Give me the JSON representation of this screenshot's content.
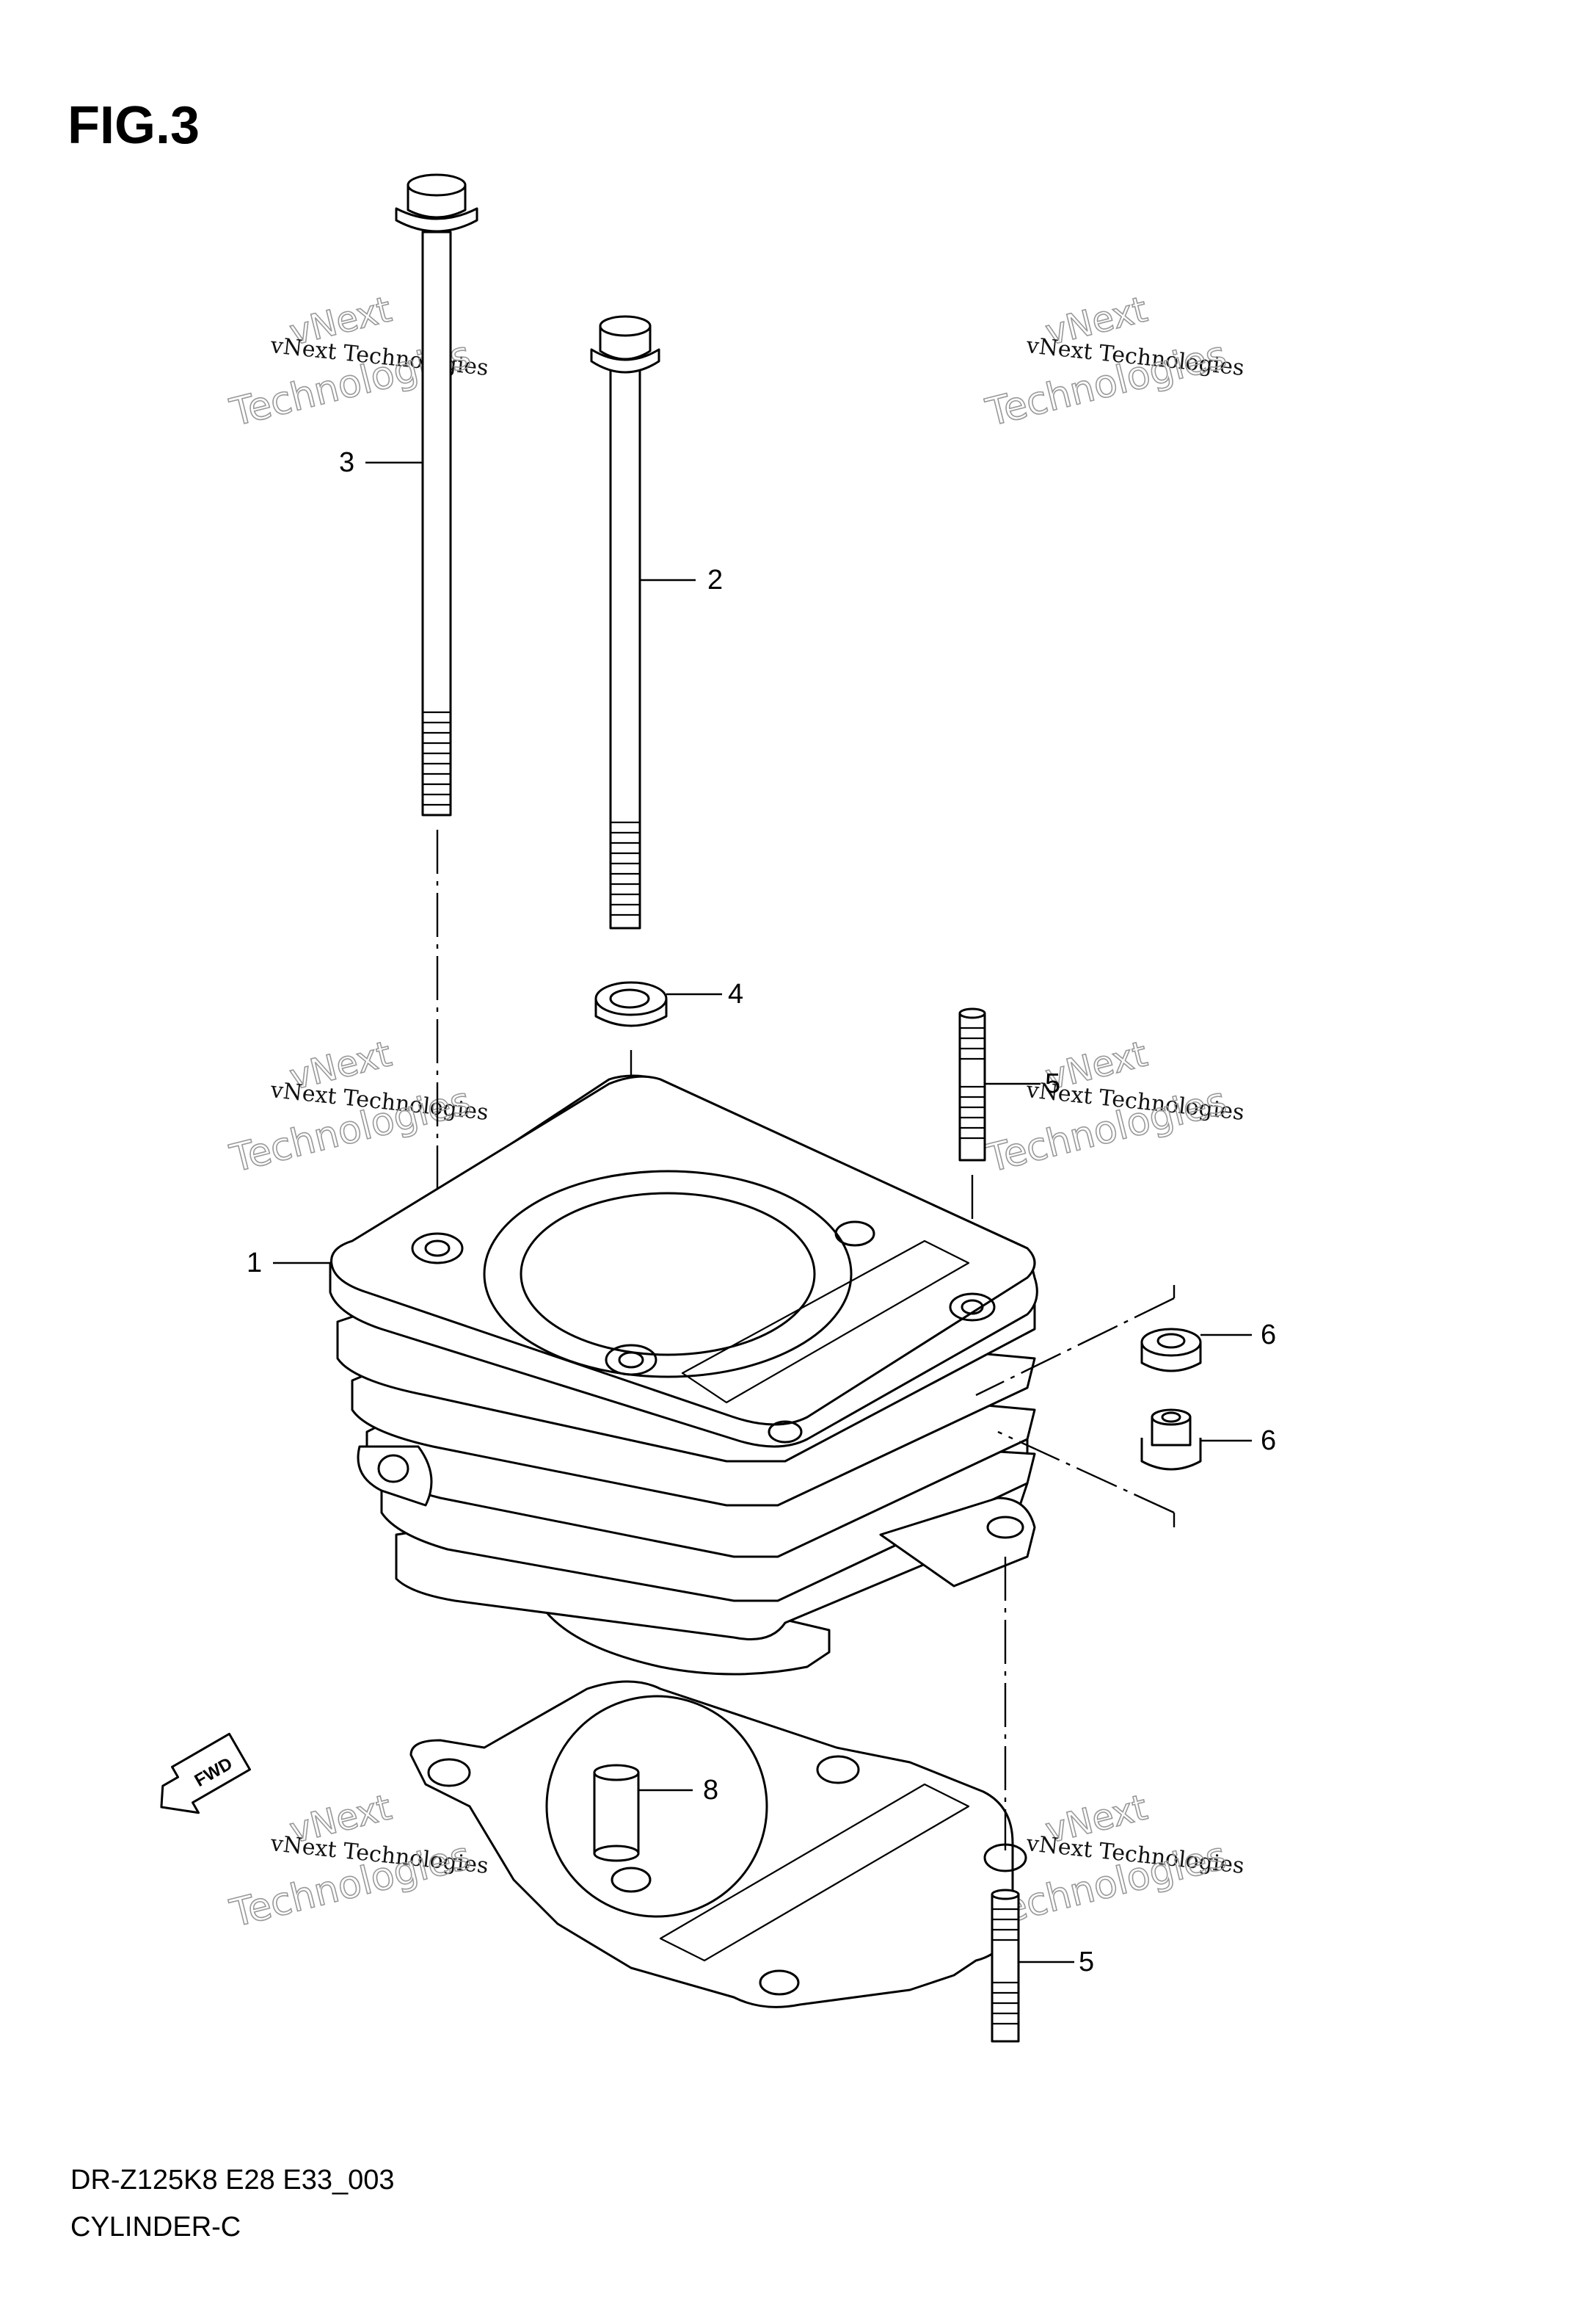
{
  "figure": {
    "title": "FIG.3",
    "footer_code": "DR-Z125K8 E28 E33_003",
    "footer_name": "CYLINDER-C"
  },
  "fwd_arrow": {
    "label": "FWD"
  },
  "callouts": {
    "cylinder": "1",
    "bolt_short": "2",
    "bolt_long": "3",
    "washer": "4",
    "stud_upper": "5",
    "nut_upper": "6",
    "nut_lower": "6",
    "dowel_pin": "8",
    "stud_lower": "5"
  },
  "watermark": {
    "line_small": "vNext Technologies",
    "line_next": "vNext",
    "line_big": "Technologies"
  }
}
